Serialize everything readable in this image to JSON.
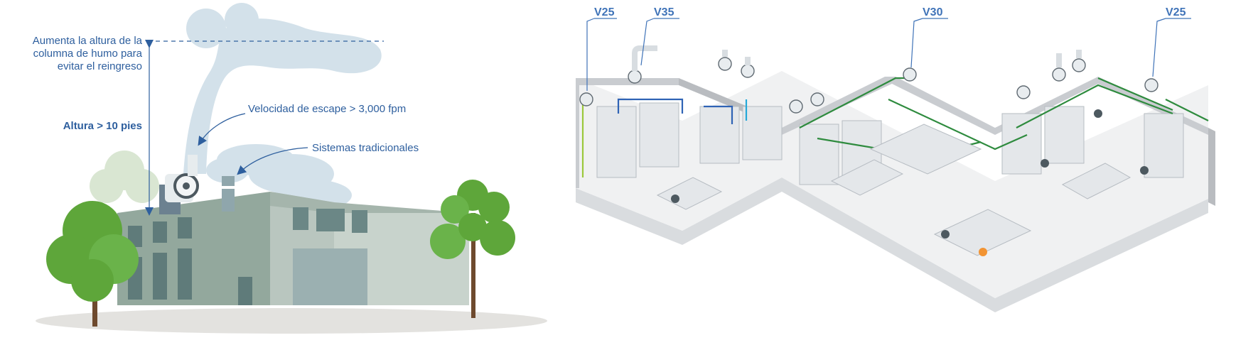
{
  "factory": {
    "annotation_reentry": [
      "Aumenta la altura de la",
      "columna de humo para",
      "evitar el reingreso"
    ],
    "height_label": "Altura > 10 pies",
    "exhaust_velocity_label": "Velocidad de escape > 3,000 fpm",
    "traditional_systems_label": "Sistemas tradicionales"
  },
  "lab": {
    "fan_models": [
      "V25",
      "V35",
      "V30",
      "V25"
    ]
  },
  "colors": {
    "label_blue": "#2e5f9e",
    "model_blue": "#3f73b8",
    "smoke": "#d3e1ea",
    "building": "#93a89d",
    "tree_green": "#5ea63a",
    "duct_green": "#2e8b3e",
    "duct_blue": "#2f63b5",
    "duct_cyan": "#24a8d8",
    "duct_lime": "#9bc83c"
  }
}
